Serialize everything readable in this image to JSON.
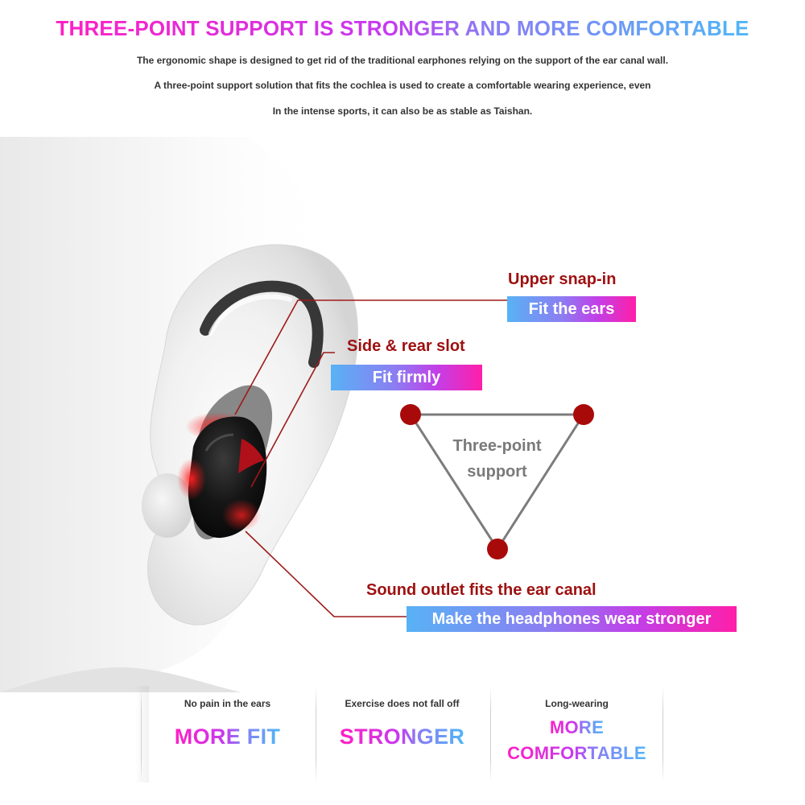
{
  "header": {
    "headline": "THREE-POINT SUPPORT IS STRONGER AND MORE COMFORTABLE",
    "intro_lines": [
      "The ergonomic shape is designed to get rid of the traditional earphones relying on the support of the ear canal wall.",
      "A three-point support solution that fits the cochlea is used to create a comfortable wearing experience, even",
      "In the intense sports, it can also be as stable as Taishan."
    ]
  },
  "callouts": {
    "upper": {
      "title": "Upper snap-in",
      "bar": "Fit the ears"
    },
    "side": {
      "title": "Side & rear slot",
      "bar": "Fit firmly"
    },
    "sound": {
      "title": "Sound outlet fits the ear canal",
      "bar": "Make the headphones wear stronger"
    }
  },
  "triangle": {
    "line1": "Three-point",
    "line2": "support"
  },
  "features": [
    {
      "caption": "No pain in the ears",
      "big": "MORE FIT"
    },
    {
      "caption": "Exercise does not fall off",
      "big": "STRONGER"
    },
    {
      "caption": "Long-wearing",
      "big_line1": "MORE",
      "big_line2": "COMFORTABLE"
    }
  ],
  "colors": {
    "title_red": "#9e1010",
    "marker_red": "#a80a0a",
    "gradient_pink": "#ff1fc4",
    "gradient_blue": "#4fb6f7"
  }
}
